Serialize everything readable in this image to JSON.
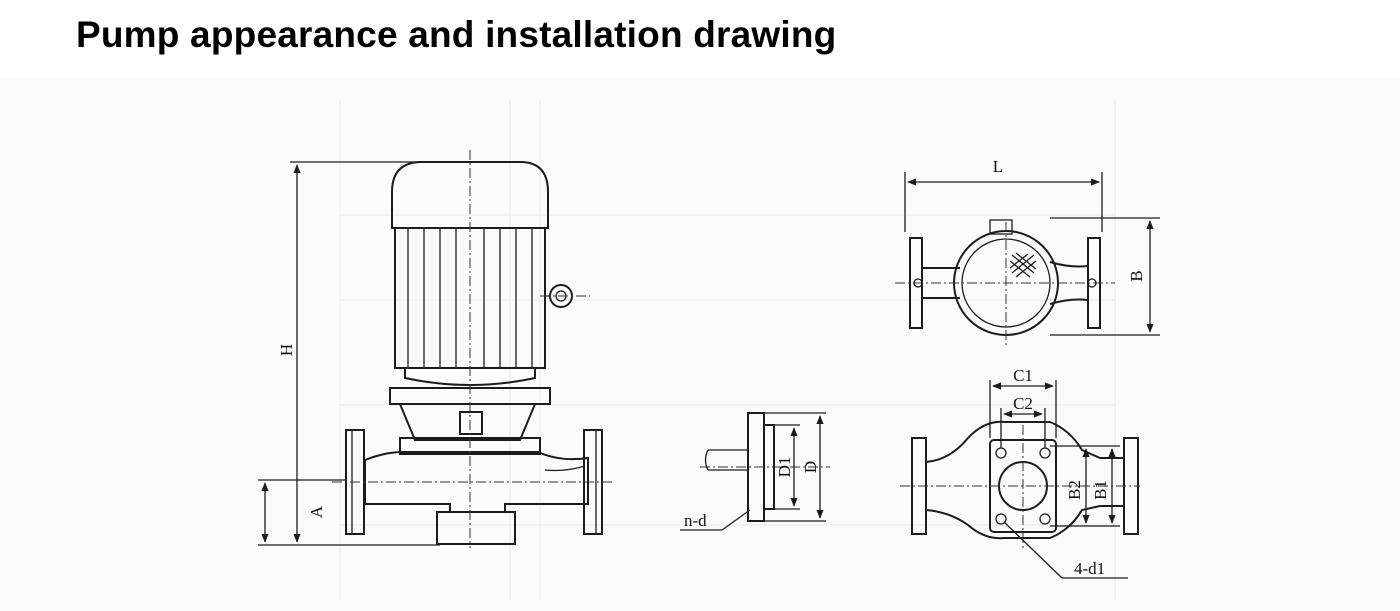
{
  "title": "Pump appearance and installation drawing",
  "labels": {
    "H": "H",
    "A": "A",
    "L": "L",
    "B": "B",
    "D1": "D1",
    "D": "D",
    "n_d": "n-d",
    "C1": "C1",
    "C2": "C2",
    "B2": "B2",
    "B1": "B1",
    "four_d1": "4-d1"
  }
}
